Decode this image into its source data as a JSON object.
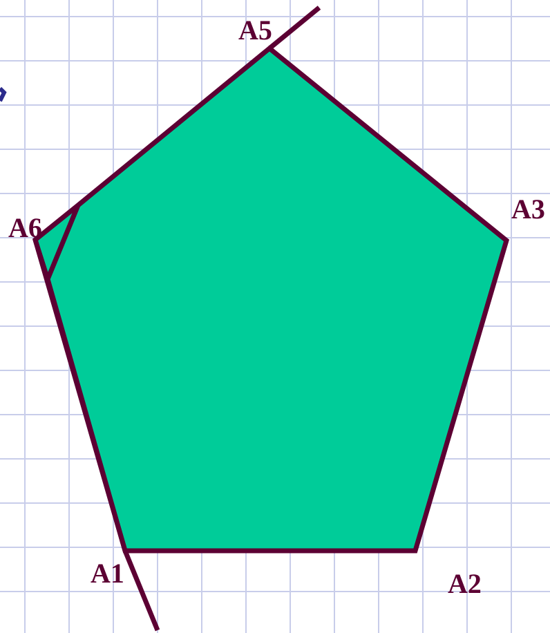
{
  "colors": {
    "background": "#ffffff",
    "grid": "#c8cdea",
    "fill": "#00cc99",
    "stroke": "#5c0033",
    "label": "#5c0033",
    "corner_mark": "#2b2b8c"
  },
  "labels": {
    "A1": "A1",
    "A2": "A2",
    "A3": "A3",
    "A5": "A5",
    "A6": "A6"
  }
}
